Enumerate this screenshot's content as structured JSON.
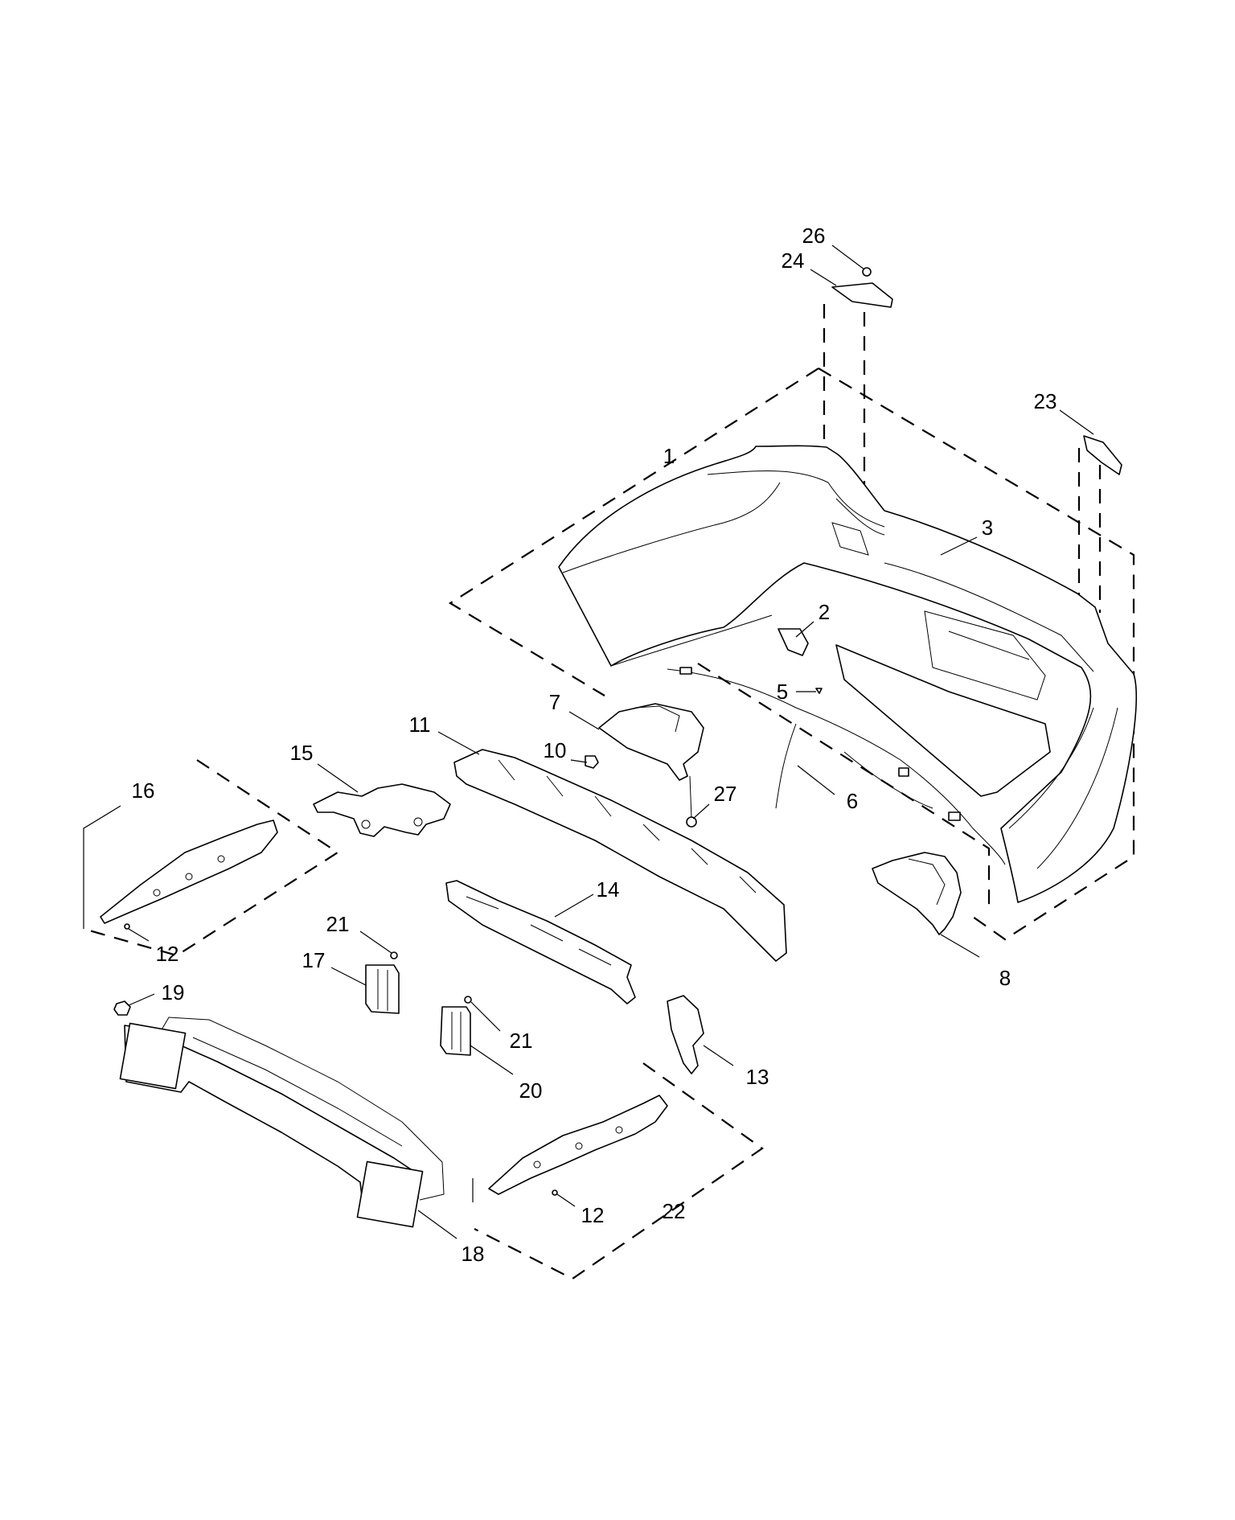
{
  "diagram": {
    "type": "exploded-parts-diagram",
    "callouts": [
      {
        "id": "c26",
        "label": "26",
        "part": "screw"
      },
      {
        "id": "c24",
        "label": "24",
        "part": "bracket-upper"
      },
      {
        "id": "c23",
        "label": "23",
        "part": "bracket-right"
      },
      {
        "id": "c1",
        "label": "1",
        "part": "bumper-cover-assembly"
      },
      {
        "id": "c3",
        "label": "3",
        "part": "bumper-cover"
      },
      {
        "id": "c2",
        "label": "2",
        "part": "cover-plate"
      },
      {
        "id": "c5",
        "label": "5",
        "part": "clip"
      },
      {
        "id": "c7",
        "label": "7",
        "part": "air-deflector-left"
      },
      {
        "id": "c11",
        "label": "11",
        "part": "energy-absorber"
      },
      {
        "id": "c10",
        "label": "10",
        "part": "nut"
      },
      {
        "id": "c27",
        "label": "27",
        "part": "bolt"
      },
      {
        "id": "c6",
        "label": "6",
        "part": "wiring-harness"
      },
      {
        "id": "c15",
        "label": "15",
        "part": "mounting-bracket"
      },
      {
        "id": "c16",
        "label": "16",
        "part": "side-guide-left"
      },
      {
        "id": "c12a",
        "label": "12",
        "part": "fastener"
      },
      {
        "id": "c14",
        "label": "14",
        "part": "support-rail"
      },
      {
        "id": "c8",
        "label": "8",
        "part": "air-deflector-right"
      },
      {
        "id": "c21a",
        "label": "21",
        "part": "screw"
      },
      {
        "id": "c17",
        "label": "17",
        "part": "spacer-block"
      },
      {
        "id": "c19",
        "label": "19",
        "part": "nut"
      },
      {
        "id": "c21b",
        "label": "21",
        "part": "screw"
      },
      {
        "id": "c20",
        "label": "20",
        "part": "spacer-block"
      },
      {
        "id": "c13",
        "label": "13",
        "part": "side-bracket-right"
      },
      {
        "id": "c22",
        "label": "22",
        "part": "side-guide-right"
      },
      {
        "id": "c12b",
        "label": "12",
        "part": "fastener"
      },
      {
        "id": "c18",
        "label": "18",
        "part": "reinforcement-beam"
      }
    ]
  }
}
